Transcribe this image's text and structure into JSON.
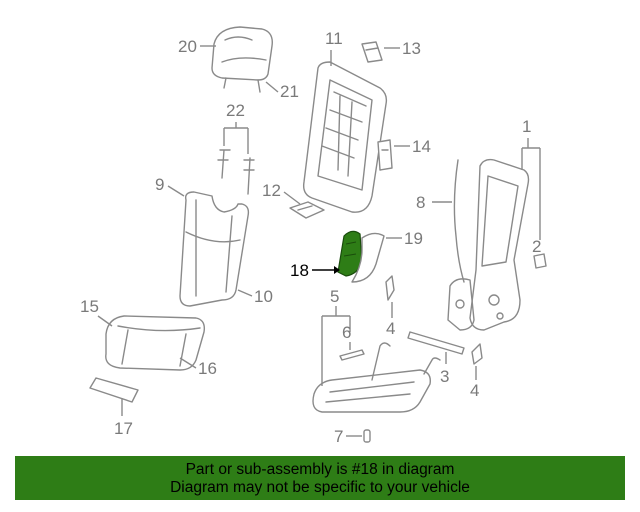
{
  "callouts": {
    "c1": "1",
    "c2": "2",
    "c3": "3",
    "c4a": "4",
    "c4b": "4",
    "c5": "5",
    "c6": "6",
    "c7": "7",
    "c8": "8",
    "c9": "9",
    "c10": "10",
    "c11": "11",
    "c12": "12",
    "c13": "13",
    "c14": "14",
    "c15": "15",
    "c16": "16",
    "c17": "17",
    "c18": "18",
    "c19": "19",
    "c20": "20",
    "c21": "21",
    "c22": "22"
  },
  "highlighted_part": "18",
  "highlight_color": "#2e7d16",
  "banner": {
    "line1": "Part or sub-assembly is #18 in diagram",
    "line2": "Diagram may not be specific to your vehicle",
    "color": "#2e7d16"
  }
}
